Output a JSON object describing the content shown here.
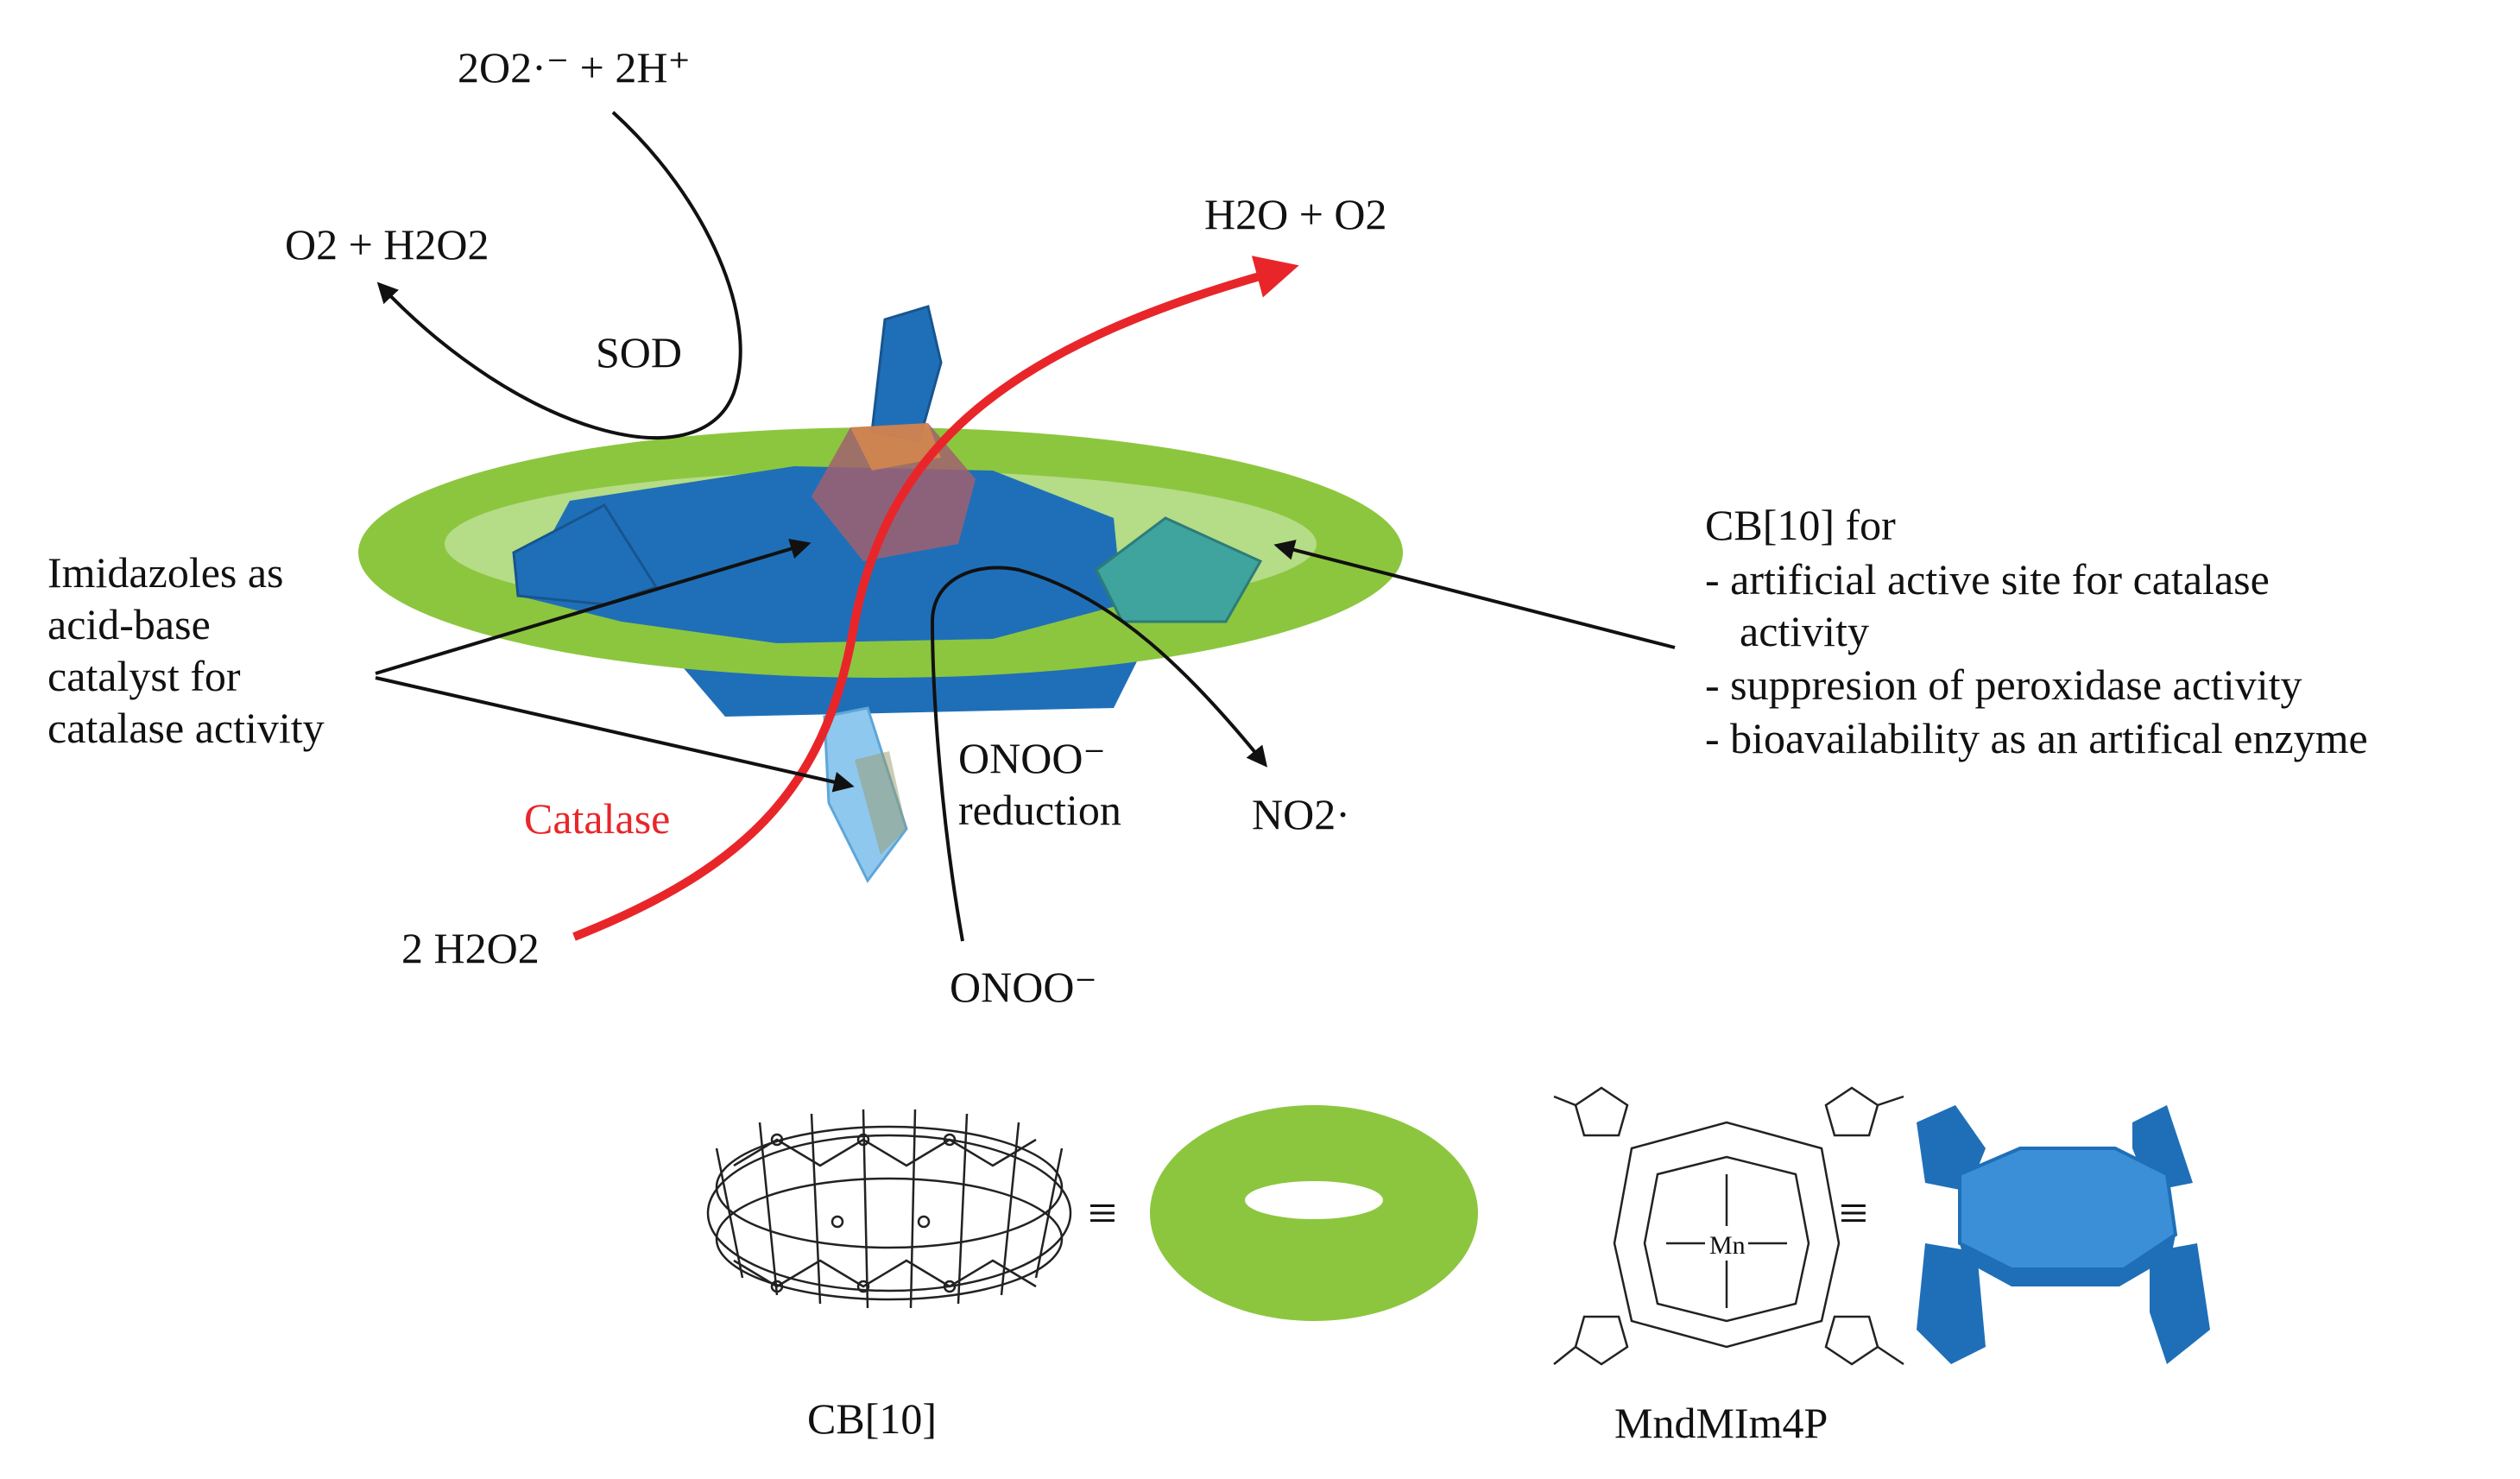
{
  "labels": {
    "superoxide_reactant": "2O2·⁻ + 2H⁺",
    "sod_product": "O2 + H2O2",
    "sod": "SOD",
    "catalase_product": "H2O + O2",
    "catalase": "Catalase",
    "catalase_reactant": "2 H2O2",
    "onoo_reduction_line1": "ONOO⁻",
    "onoo_reduction_line2": "reduction",
    "onoo_reactant": "ONOO⁻",
    "no2_product": "NO2·"
  },
  "left_note": {
    "lines": [
      "Imidazoles as",
      "acid-base",
      "catalyst for",
      "catalase activity"
    ]
  },
  "right_note": {
    "title": "CB[10] for",
    "items": [
      "- artificial active site for catalase",
      "activity",
      "- suppresion of peroxidase activity",
      "- bioavailability as an artifical enzyme"
    ]
  },
  "legend": {
    "cb10_label": "CB[10]",
    "porphyrin_label": "MndMIm4P",
    "equiv_symbol": "≡",
    "porphyrin_metal": "Mn"
  },
  "colors": {
    "ring": "#8cc63f",
    "ring_inner": "#b5dc86",
    "porphyrin": "#1f6fb8",
    "porphyrin_light": "#3a8fd6",
    "catalase_arrow": "#e8262a",
    "ink": "#111111"
  }
}
